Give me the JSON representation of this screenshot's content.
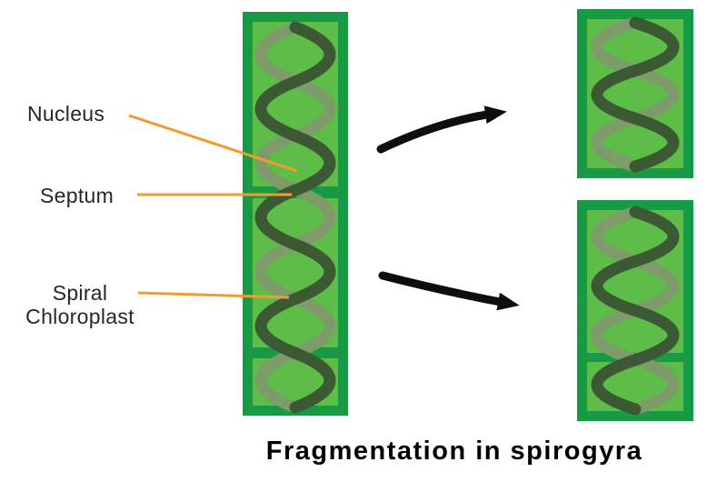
{
  "caption": "Fragmentation in spirogyra",
  "labels": {
    "nucleus": "Nucleus",
    "septum": "Septum",
    "spiral_chloroplast_line1": "Spiral",
    "spiral_chloroplast_line2": "Chloroplast"
  },
  "figure": {
    "type": "biology-diagram",
    "subject": "Fragmentation in spirogyra",
    "parent_filament": {
      "cells": 3,
      "septa": 2
    },
    "fragments": [
      {
        "name": "top-fragment",
        "cells": 1,
        "septa": 0
      },
      {
        "name": "bottom-fragment",
        "cells": 2,
        "septa": 1
      }
    ]
  },
  "colors": {
    "cell_border": "#179a43",
    "cell_fill": "#5ebd49",
    "septum": "#179a43",
    "strand_dark": "#3b5a33",
    "strand_light": "#7e9c6a",
    "leader_line": "#f59a2e",
    "arrow": "#0e0e0e",
    "label_text": "#272727",
    "caption_text": "#000000"
  }
}
